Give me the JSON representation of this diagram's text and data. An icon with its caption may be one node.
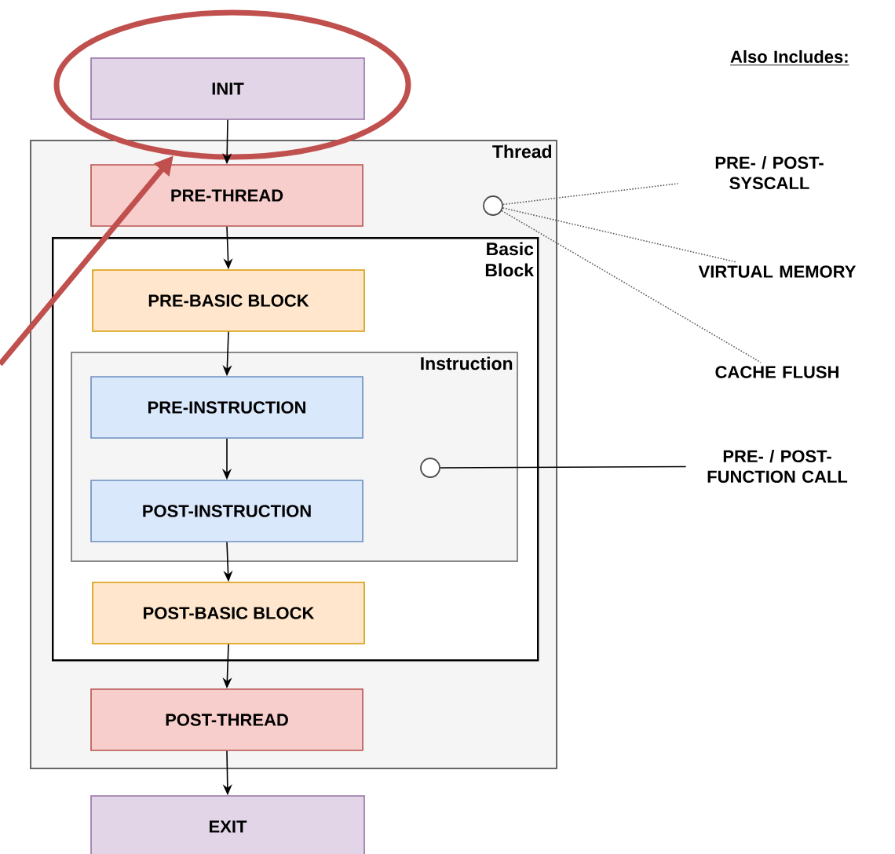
{
  "diagram": {
    "nodes": [
      {
        "text": [],
        "shape": "ellipse"
      },
      {
        "text": [
          "INIT"
        ],
        "in": 0
      },
      {
        "text": [
          "Thread"
        ]
      },
      {
        "text": [
          "PRE-THREAD"
        ],
        "in": 2
      },
      {
        "text": [
          "Basic Block"
        ],
        "in": 2
      },
      {
        "text": [
          "PRE-BASIC BLOCK"
        ],
        "in": 4
      },
      {
        "text": [
          "Instruction"
        ],
        "in": 4
      },
      {
        "text": [
          "PRE-INSTRUCTION"
        ],
        "in": 6
      },
      {
        "text": [
          "POST-INSTRUCTION"
        ],
        "in": 6
      },
      {
        "text": [
          "POST-BASIC BLOCK"
        ],
        "in": 4
      },
      {
        "text": [
          "POST-THREAD"
        ],
        "in": 2
      },
      {
        "text": [
          "EXIT"
        ]
      },
      {
        "text": [],
        "shape": "circle",
        "in": 2
      },
      {
        "text": [],
        "shape": "circle",
        "in": 6
      },
      {
        "text": [
          "PRE- / POST- SYSCALL"
        ]
      },
      {
        "text": [
          "VIRTUAL MEMORY"
        ]
      },
      {
        "text": [
          "CACHE FLUSH"
        ]
      },
      {
        "text": [
          "PRE- / POST- FUNCTION CALL"
        ]
      }
    ],
    "edges": [
      {
        "from": 1,
        "to": 3,
        "arrow": "to"
      },
      {
        "from": 3,
        "to": 5,
        "arrow": "to"
      },
      {
        "from": 5,
        "to": 7,
        "arrow": "to"
      },
      {
        "from": 7,
        "to": 8,
        "arrow": "to"
      },
      {
        "from": 8,
        "to": 9,
        "arrow": "to"
      },
      {
        "from": 9,
        "to": 10,
        "arrow": "to"
      },
      {
        "from": 10,
        "to": 11,
        "arrow": "to"
      },
      {
        "from": 12,
        "to": 14,
        "arrow": "none",
        "style": "dashed"
      },
      {
        "from": 12,
        "to": 15,
        "arrow": "none",
        "style": "dashed"
      },
      {
        "from": 12,
        "to": 16,
        "arrow": "none",
        "style": "dashed"
      },
      {
        "from": 13,
        "to": 17,
        "arrow": "none"
      },
      {
        "from": null,
        "to": 0,
        "arrow": "to",
        "style": "thick",
        "color": "#c0504d"
      }
    ],
    "labels": [
      "Also Includes:"
    ]
  }
}
